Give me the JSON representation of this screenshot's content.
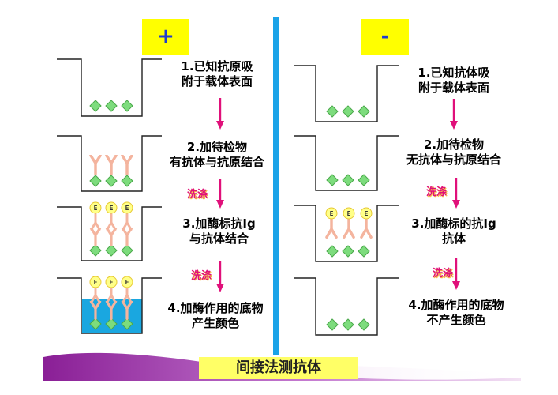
{
  "title": "间接法测抗体",
  "colors": {
    "sign_bg": "#ffff00",
    "sign_text": "#1f3ccf",
    "divider": "#1aa3e8",
    "arrow": "#e0107a",
    "wash_text": "#e0107a",
    "substrate": "#1aa7e0",
    "antigen": "#7ddc7d",
    "antibody": "#f4b49e",
    "enzyme": "#ffff88",
    "title_bg": "#ffff66",
    "purple_band": "#8a1f96"
  },
  "enzyme_mark": "E",
  "positive": {
    "sign": "+",
    "steps": [
      {
        "line1": "1.已知抗原吸",
        "line2": "附于载体表面"
      },
      {
        "line1": "2.加待检物",
        "line2": "有抗体与抗原结合"
      },
      {
        "line1": "3.加酶标抗Ig",
        "line2": "与抗体结合"
      },
      {
        "line1": "4.加酶作用的底物",
        "line2": "产生颜色"
      }
    ],
    "wash": [
      "洗涤",
      "洗涤"
    ]
  },
  "negative": {
    "sign": "-",
    "steps": [
      {
        "line1": "1.已知抗体吸",
        "line2": "附于载体表面"
      },
      {
        "line1": "2.加待检物",
        "line2": "无抗体与抗原结合"
      },
      {
        "line1": "3.加酶标的抗Ig",
        "line2": "抗体"
      },
      {
        "line1": "4.加酶作用的底物",
        "line2": "不产生颜色"
      }
    ],
    "wash": [
      "洗涤",
      "洗涤"
    ]
  }
}
